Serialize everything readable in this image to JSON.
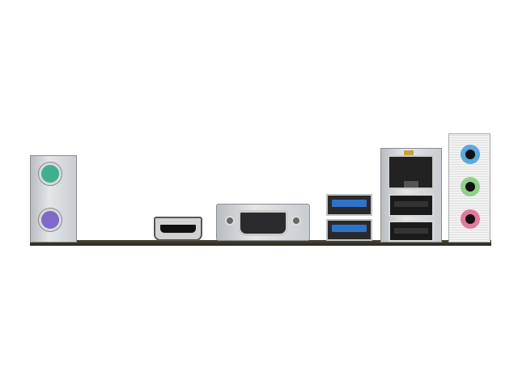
{
  "image": {
    "subject": "motherboard-rear-io-panel",
    "ports": [
      {
        "type": "ps2-keyboard",
        "color": "#3fb08f"
      },
      {
        "type": "ps2-mouse",
        "color": "#7f6ac8"
      },
      {
        "type": "hdmi"
      },
      {
        "type": "vga"
      },
      {
        "type": "usb3",
        "count": 2,
        "color": "#2f73c9"
      },
      {
        "type": "rj45-lan"
      },
      {
        "type": "usb2",
        "count": 2
      },
      {
        "type": "audio-line-in",
        "color": "#5aa8dc"
      },
      {
        "type": "audio-line-out",
        "color": "#8fd08a"
      },
      {
        "type": "audio-mic",
        "color": "#e07a9a"
      }
    ]
  }
}
